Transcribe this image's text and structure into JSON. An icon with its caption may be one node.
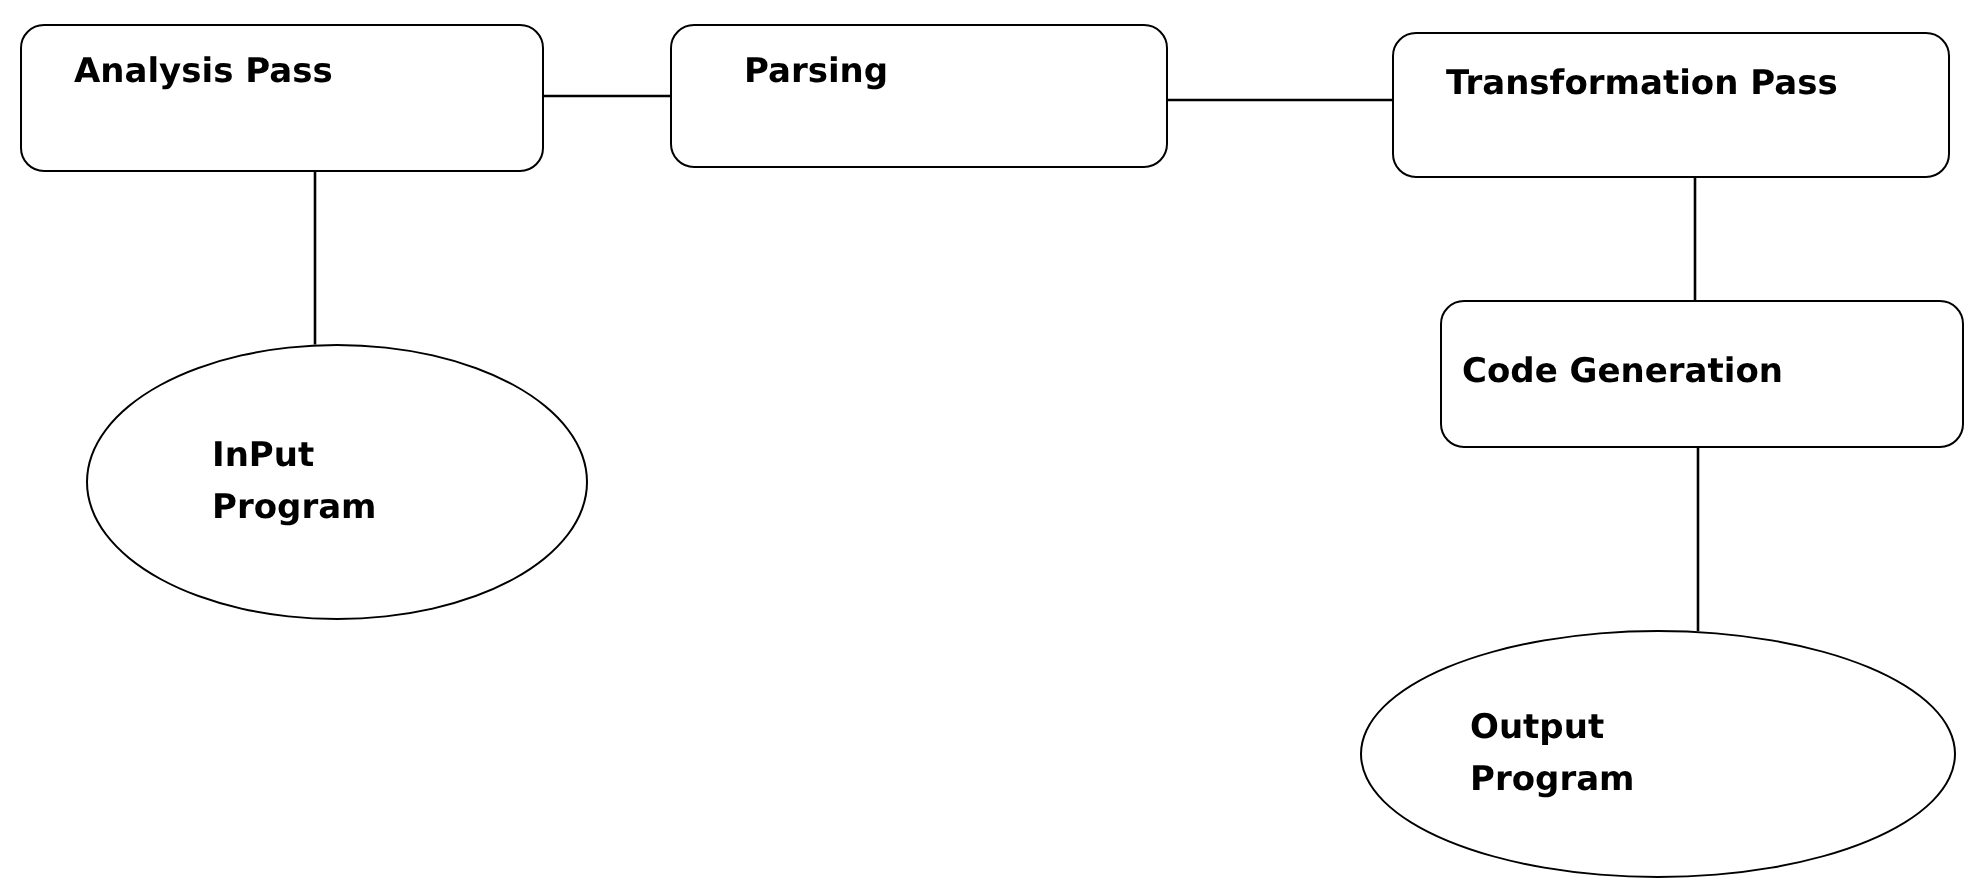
{
  "diagram": {
    "nodes": [
      {
        "text": [
          "Analysis Pass"
        ]
      },
      {
        "text": [
          "Parsing"
        ]
      },
      {
        "text": [
          "Transformation Pass"
        ]
      },
      {
        "text": [
          "InPut Program"
        ]
      },
      {
        "text": [
          "Code Generation"
        ]
      },
      {
        "text": [
          "Output Program"
        ]
      }
    ],
    "edges": [
      {
        "from": 0,
        "to": 1,
        "arrow": "none"
      },
      {
        "from": 1,
        "to": 2,
        "arrow": "none"
      },
      {
        "from": 0,
        "to": 3,
        "arrow": "none"
      },
      {
        "from": 2,
        "to": 4,
        "arrow": "none"
      },
      {
        "from": 4,
        "to": 5,
        "arrow": "none"
      }
    ]
  }
}
